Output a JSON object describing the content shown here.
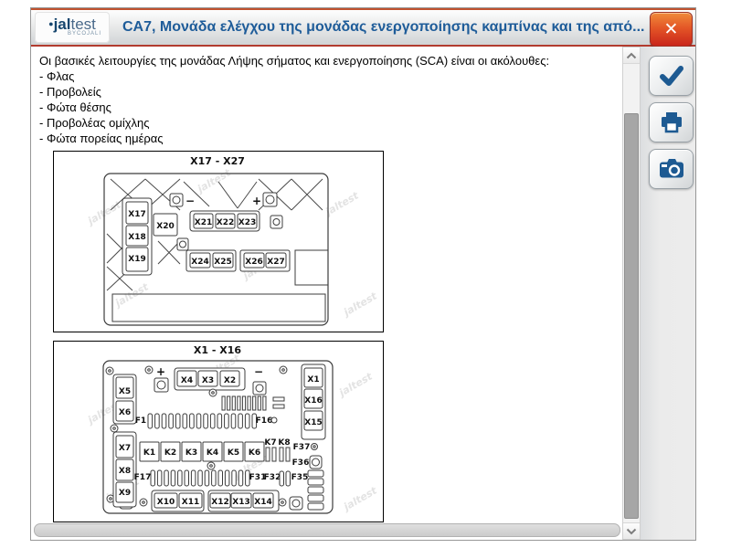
{
  "logo": {
    "dot": "●",
    "jal": "jal",
    "test": "test",
    "sub": "BYCOJALI"
  },
  "window": {
    "title": "CA7, Μονάδα ελέγχου της μονάδας ενεργοποίησης καμπίνας και της από...",
    "close_glyph": "✕"
  },
  "content": {
    "intro": "Οι βασικές λειτουργίες της μονάδας Λήψης σήματος και ενεργοποίησης (SCA) είναι οι ακόλουθες:",
    "bullets": [
      "- Φλας",
      "- Προβολείς",
      "- Φώτα θέσης",
      "- Προβολέας ομίχλης",
      "- Φώτα πορείας ημέρας"
    ]
  },
  "d1": {
    "title": "X17 - X27",
    "left": [
      "X17",
      "X18",
      "X19"
    ],
    "x20": "X20",
    "rowA": [
      "X21",
      "X22",
      "X23"
    ],
    "rowB": [
      "X24",
      "X25"
    ],
    "rowC": [
      "X26",
      "X27"
    ],
    "plus": "+",
    "minus": "−"
  },
  "d2": {
    "title": "X1 - X16",
    "top": [
      "X4",
      "X3",
      "X2"
    ],
    "left1": [
      "X5",
      "X6"
    ],
    "left2": [
      "X7",
      "X8",
      "X9"
    ],
    "right": [
      "X1",
      "X16",
      "X15"
    ],
    "relays": [
      "K1",
      "K2",
      "K3",
      "K4",
      "K5",
      "K6"
    ],
    "k78": [
      "K7",
      "K8"
    ],
    "f1": "F1",
    "f16": "F16",
    "f17": "F17",
    "f31": "F31",
    "f32": "F32",
    "f35": "F35",
    "f36": "F36",
    "f37": "F37",
    "botA": [
      "X10",
      "X11"
    ],
    "botB": [
      "X12",
      "X13",
      "X14"
    ],
    "plus": "+",
    "minus": "−"
  },
  "watermark": "jaltest",
  "icons": {
    "confirm": "check-icon",
    "print": "printer-icon",
    "screenshot": "camera-icon"
  },
  "colors": {
    "accent_blue": "#1d5a92",
    "title_blue": "#1e5c99",
    "close_red": "#c9251b",
    "close_orange": "#f08b3a"
  }
}
